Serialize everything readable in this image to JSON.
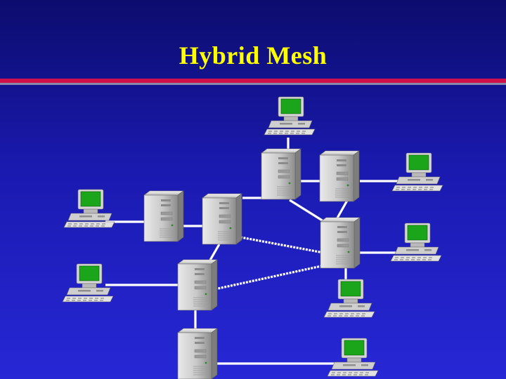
{
  "slide": {
    "title": "Hybrid Mesh",
    "colors": {
      "background": "#1a1ab0",
      "title": "#ffff00",
      "accent_rule": "#d0104a",
      "link": "#ffffff",
      "screen": "#1aa51a"
    }
  },
  "diagram": {
    "nodes": [
      {
        "id": "ws-top",
        "kind": "workstation"
      },
      {
        "id": "srv-a",
        "kind": "server"
      },
      {
        "id": "srv-b",
        "kind": "server"
      },
      {
        "id": "ws-right-1",
        "kind": "workstation"
      },
      {
        "id": "srv-c",
        "kind": "server"
      },
      {
        "id": "srv-d",
        "kind": "server"
      },
      {
        "id": "srv-e",
        "kind": "server"
      },
      {
        "id": "ws-left-1",
        "kind": "workstation"
      },
      {
        "id": "ws-right-2",
        "kind": "workstation"
      },
      {
        "id": "srv-f",
        "kind": "server"
      },
      {
        "id": "ws-left-2",
        "kind": "workstation"
      },
      {
        "id": "ws-bottom-mid",
        "kind": "workstation"
      },
      {
        "id": "srv-g",
        "kind": "server"
      },
      {
        "id": "ws-bottom-right",
        "kind": "workstation"
      }
    ],
    "links": [
      {
        "from": "ws-top",
        "to": "srv-a",
        "style": "solid"
      },
      {
        "from": "srv-a",
        "to": "srv-b",
        "style": "solid"
      },
      {
        "from": "srv-b",
        "to": "ws-right-1",
        "style": "solid"
      },
      {
        "from": "srv-a",
        "to": "srv-c",
        "style": "solid"
      },
      {
        "from": "srv-a",
        "to": "srv-e",
        "style": "solid"
      },
      {
        "from": "srv-b",
        "to": "srv-e",
        "style": "solid"
      },
      {
        "from": "srv-c",
        "to": "srv-d",
        "style": "solid"
      },
      {
        "from": "ws-left-1",
        "to": "srv-c",
        "style": "solid"
      },
      {
        "from": "srv-d",
        "to": "srv-e",
        "style": "dotted"
      },
      {
        "from": "srv-d",
        "to": "srv-f",
        "style": "solid"
      },
      {
        "from": "srv-e",
        "to": "ws-right-2",
        "style": "solid"
      },
      {
        "from": "srv-e",
        "to": "ws-bottom-mid",
        "style": "solid"
      },
      {
        "from": "srv-f",
        "to": "srv-e",
        "style": "dotted"
      },
      {
        "from": "ws-left-2",
        "to": "srv-f",
        "style": "solid"
      },
      {
        "from": "srv-f",
        "to": "srv-g",
        "style": "solid"
      },
      {
        "from": "srv-g",
        "to": "ws-bottom-right",
        "style": "solid"
      }
    ]
  }
}
